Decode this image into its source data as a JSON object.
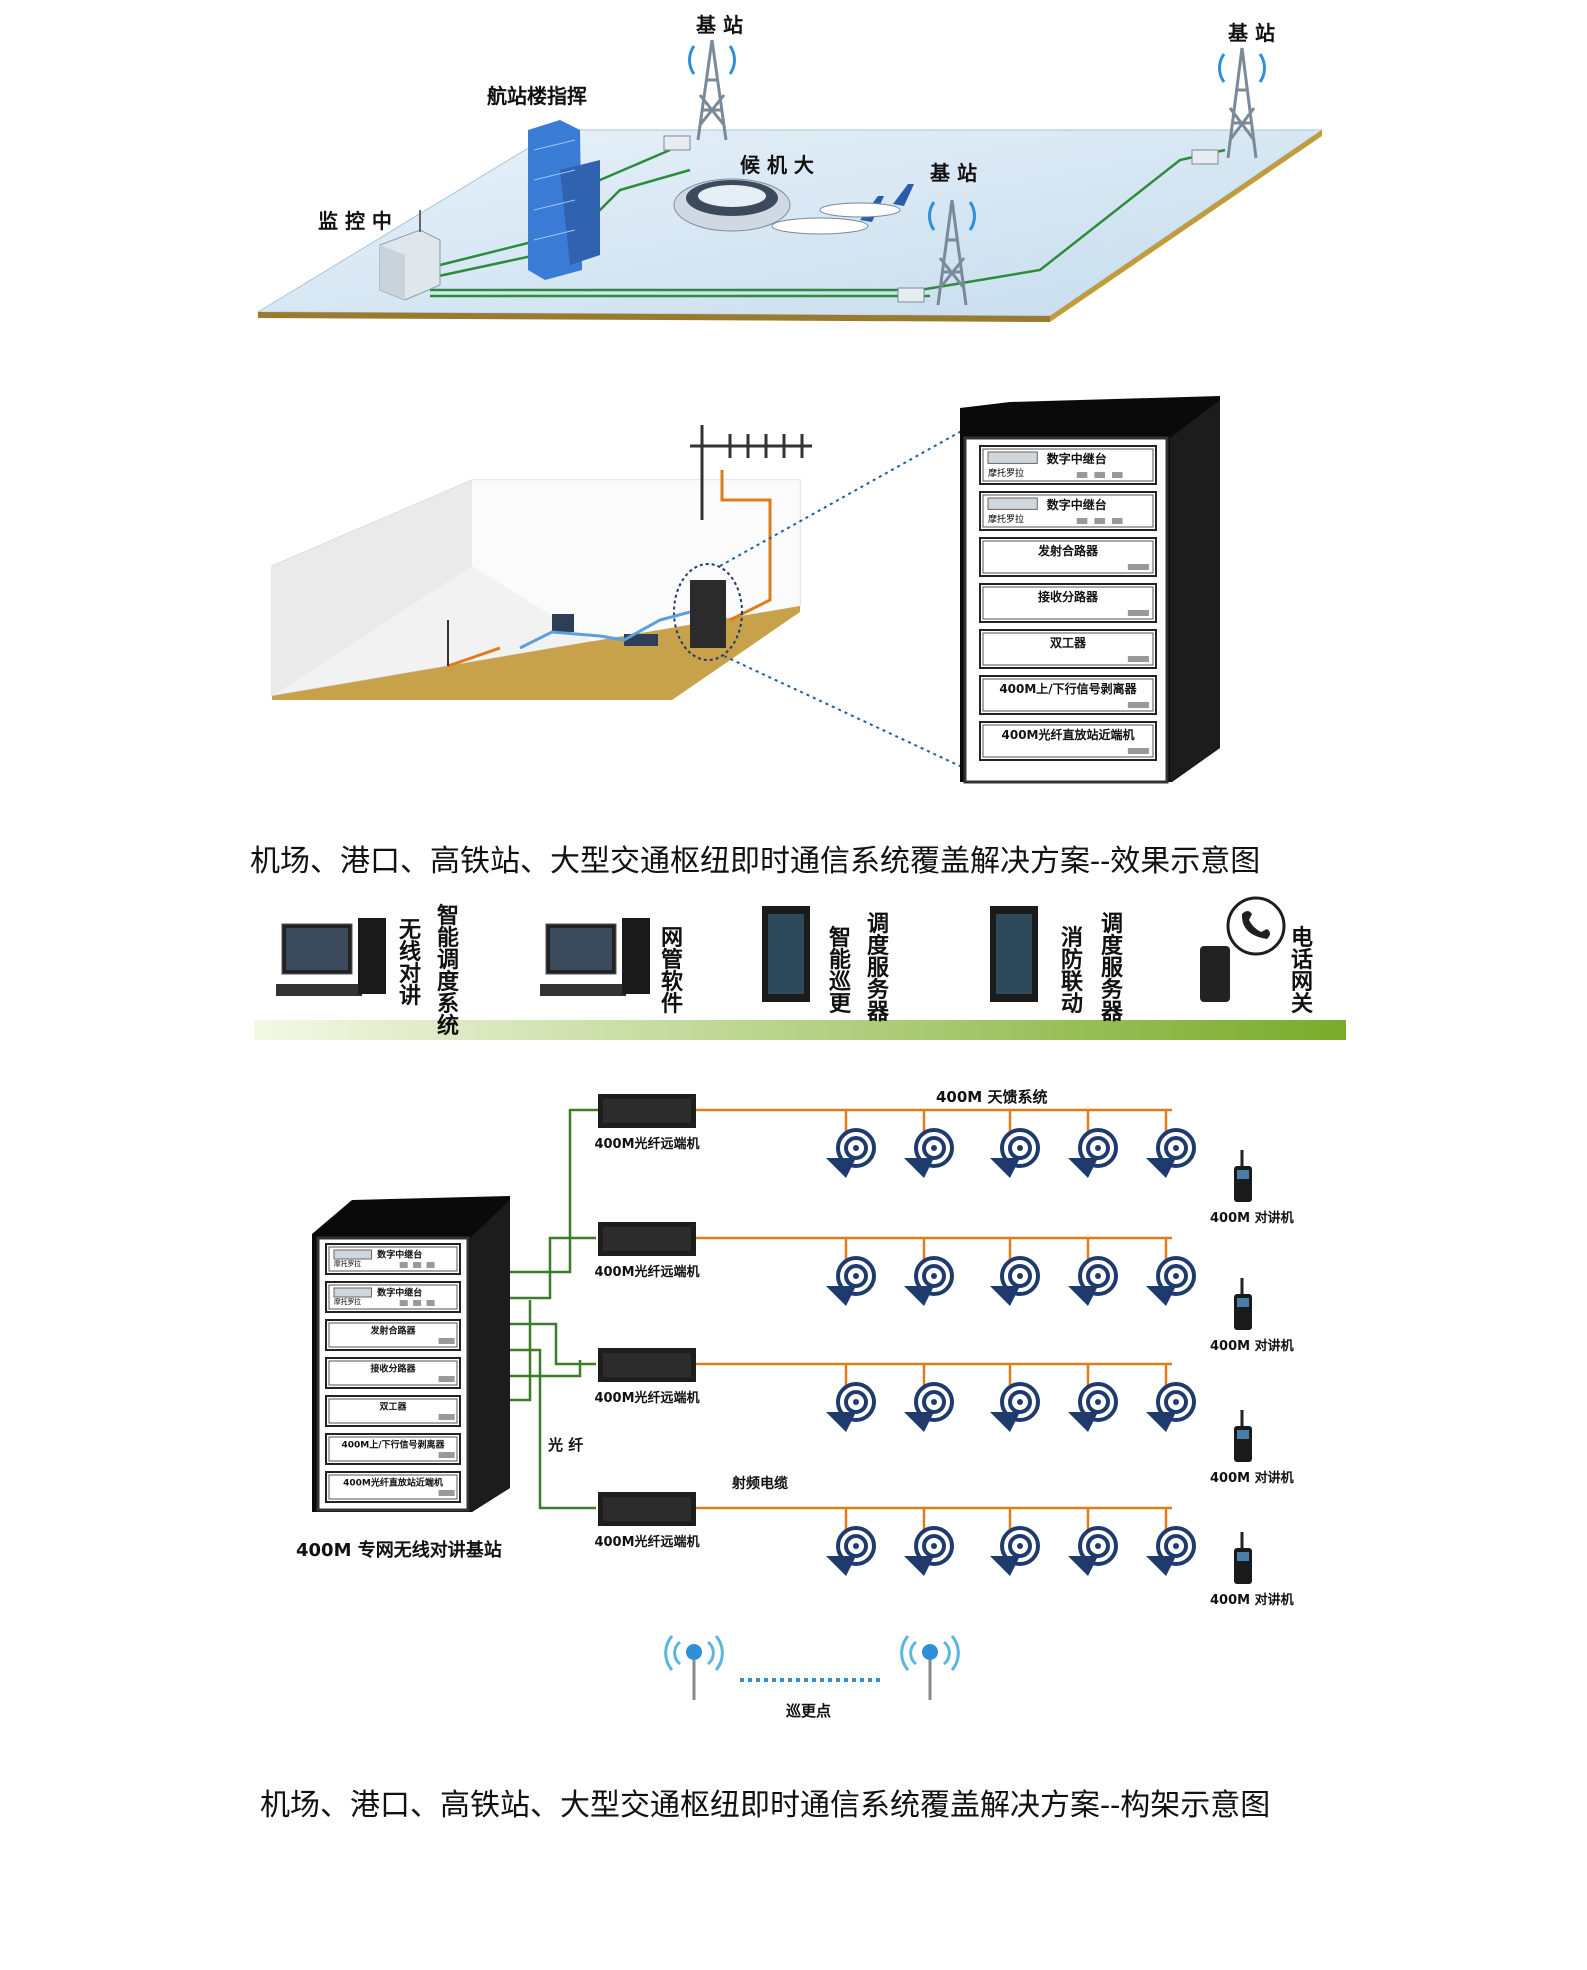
{
  "scene1": {
    "base_station_labels": [
      "基 站",
      "基 站",
      "基 站"
    ],
    "terminal_tower_label": "航站楼指挥",
    "monitor_center_label": "监 控 中",
    "waiting_hall_label": "候 机 大"
  },
  "scene2": {
    "rack_units": [
      "数字中继台",
      "数字中继台",
      "发射合路器",
      "接收分路器",
      "双工器",
      "400M上/下行信号剥离器",
      "400M光纤直放站近端机"
    ],
    "rack_brand": "摩托罗拉"
  },
  "caption1": "机场、港口、高铁站、大型交通枢纽即时通信系统覆盖解决方案--效果示意图",
  "systems": [
    {
      "label": "无线对讲",
      "label2": "智能调度系统",
      "icon": "desktop-computer-icon"
    },
    {
      "label": "网管软件",
      "label2": "",
      "icon": "desktop-computer-icon"
    },
    {
      "label": "智能巡更",
      "label2": "调度服务器",
      "icon": "server-rack-icon"
    },
    {
      "label": "消防联动",
      "label2": "调度服务器",
      "icon": "server-rack-icon"
    },
    {
      "label": "电话网关",
      "label2": "",
      "icon": "phone-gateway-icon"
    }
  ],
  "colors": {
    "fiber_green": "#2e7d32",
    "coax_orange": "#e07b1a",
    "antenna_navy": "#1f3b6e",
    "bar_green": "#7aab2a"
  },
  "architecture": {
    "antenna_system_label": "400M 天馈系统",
    "remote_unit_label": "400M光纤远端机",
    "base_station_label": "400M 专网无线对讲基站",
    "fiber_label": "光 纤",
    "rf_cable_label": "射频电缆",
    "handset_label": "400M 对讲机",
    "patrol_label": "巡更点",
    "rack_units": [
      "数字中继台",
      "数字中继台",
      "发射合路器",
      "接收分路器",
      "双工器",
      "400M上/下行信号剥离器",
      "400M光纤直放站近端机"
    ],
    "rack_brand": "摩托罗拉",
    "rows": 4,
    "antennas_per_row": 5,
    "handsets": 4
  },
  "caption2": "机场、港口、高铁站、大型交通枢纽即时通信系统覆盖解决方案--构架示意图"
}
